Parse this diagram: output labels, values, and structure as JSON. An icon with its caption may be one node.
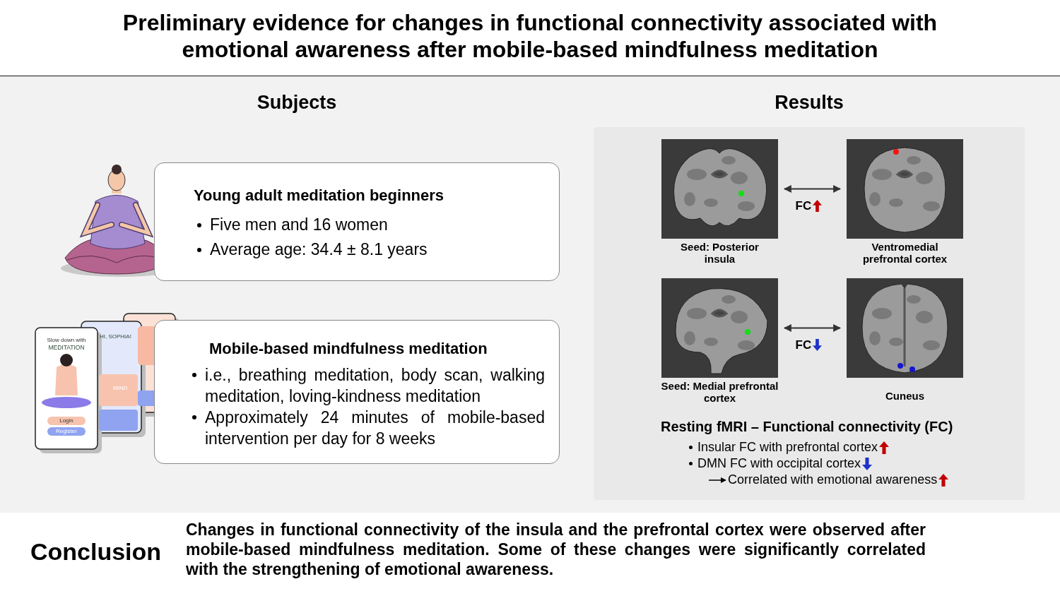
{
  "diagram": {
    "title": "Preliminary evidence for changes in functional connectivity associated with emotional awareness after mobile-based mindfulness meditation",
    "nodes": [
      {
        "text": [
          "Young adult meditation beginners",
          "Five men and 16 women",
          "Average age: 34.4 ± 8.1 years"
        ]
      },
      {
        "text": [
          "Mobile-based mindfulness meditation",
          "i.e., breathing meditation, body scan, walking meditation, loving-kindness meditation",
          "Approximately 24 minutes of mobile-based intervention per day for 8 weeks"
        ]
      },
      {
        "text": [
          "Resting fMRI – Functional connectivity (FC)",
          "Insular FC with prefrontal cortex",
          "DMN FC with occipital cortex",
          "Correlated with emotional awareness"
        ]
      },
      {
        "text": [],
        "shape": "picture",
        "in": 2,
        "beside": [
          "Seed: Posterior insula"
        ]
      },
      {
        "text": [],
        "shape": "picture",
        "in": 2,
        "beside": [
          "Ventromedial prefrontal cortex"
        ]
      },
      {
        "text": [],
        "shape": "picture",
        "in": 2,
        "beside": [
          "Seed: Medial prefrontal cortex"
        ]
      },
      {
        "text": [],
        "shape": "picture",
        "in": 2,
        "beside": [
          "Cuneus"
        ]
      }
    ],
    "edges": [
      {
        "from": 3,
        "to": 4,
        "arrow": "both",
        "label": "FC"
      },
      {
        "from": 5,
        "to": 6,
        "arrow": "both",
        "label": "FC"
      }
    ],
    "labels": [
      "Subjects",
      "Results",
      "Slow down with",
      "MEDITATION",
      "HI, SOPHIA!",
      "MIND",
      "Login",
      "Register",
      "Conclusion",
      "Changes in functional connectivity of the insula and the prefrontal cortex were observed after mobile-based mindfulness meditation. Some of these changes were significantly correlated with the strengthening of emotional awareness."
    ]
  }
}
